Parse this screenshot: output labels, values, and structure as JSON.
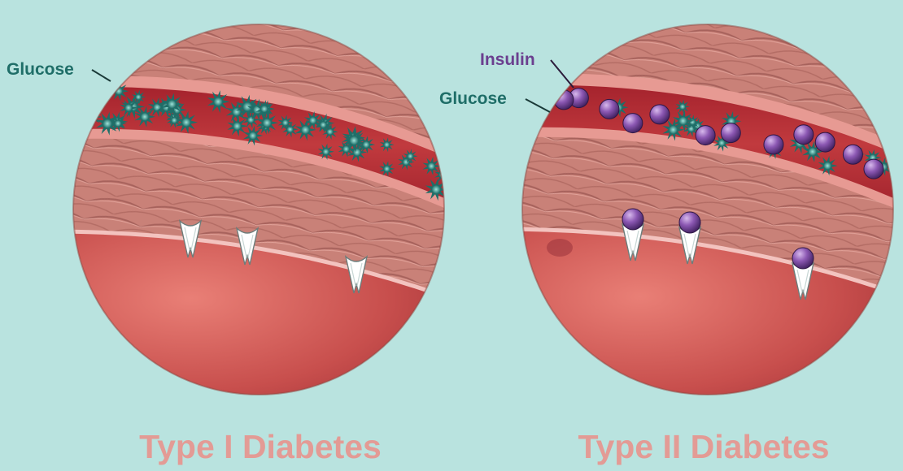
{
  "colors": {
    "background": "#b9e3df",
    "glucose": "#1f6e68",
    "insulin": "#6b3f8f",
    "caption": "#e39b95",
    "vessel_blood": "#b32d35",
    "tissue": "#c97f74",
    "receptor": "#ffffff"
  },
  "panels": [
    {
      "title": "Type I Diabetes",
      "labels": {
        "glucose": "Glucose"
      },
      "glucose_molecules": 50,
      "insulin_molecules": 0,
      "receptors": 3,
      "receptors_with_insulin": 0
    },
    {
      "title": "Type II Diabetes",
      "labels": {
        "glucose": "Glucose",
        "insulin": "Insulin"
      },
      "glucose_molecules": 18,
      "insulin_molecules": 12,
      "receptors": 3,
      "receptors_with_insulin": 3
    }
  ],
  "icons": {
    "glucose": "spiky-star-icon",
    "insulin": "sphere-icon",
    "receptor": "v-shaped-receptor-icon"
  }
}
